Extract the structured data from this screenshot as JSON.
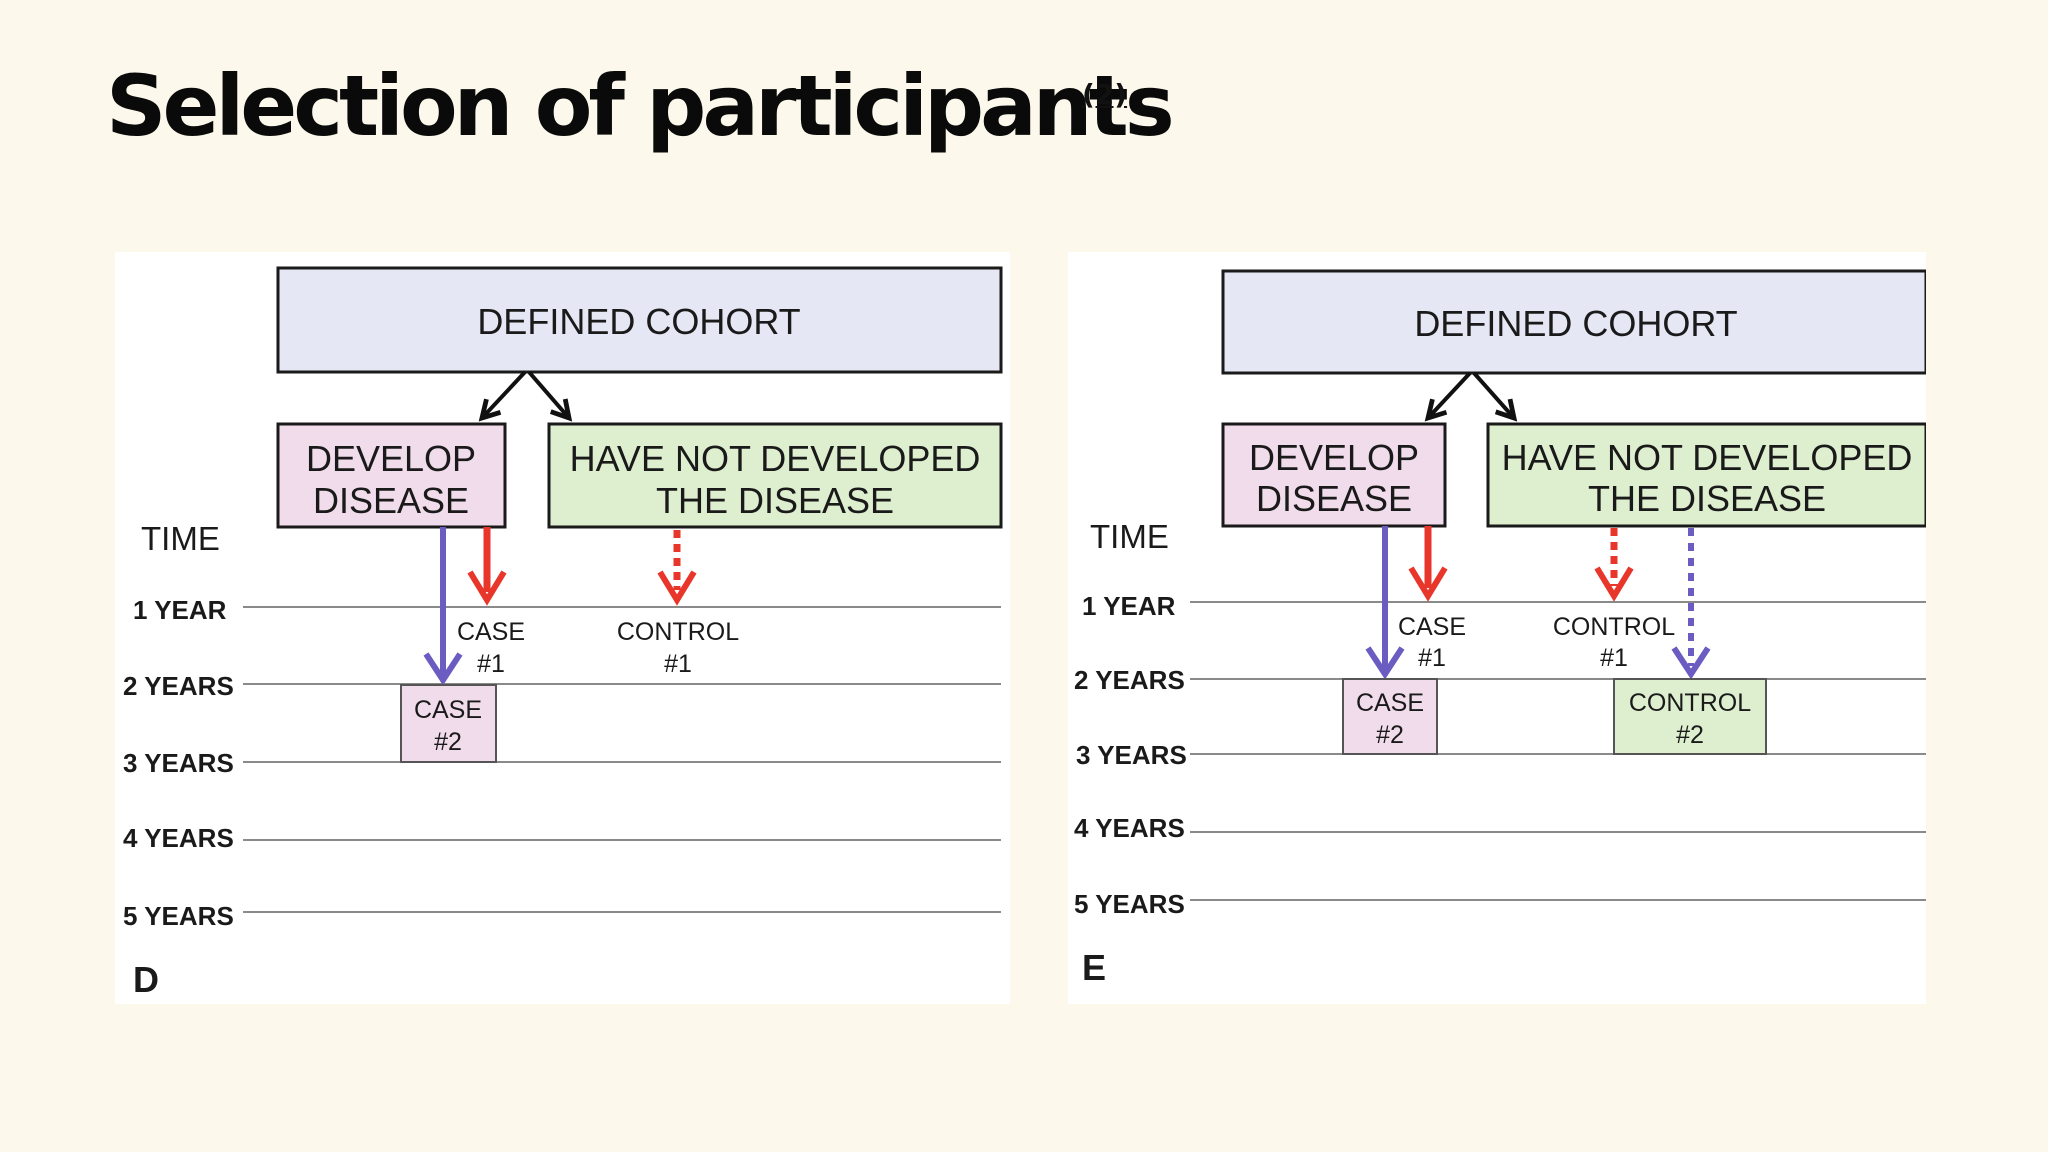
{
  "slide": {
    "title": "Selection of participants",
    "citation": "(2)"
  },
  "colors": {
    "background": "#fcf9ec",
    "cohort_fill": "#e6e7f4",
    "disease_fill": "#f1dcec",
    "no_disease_fill": "#deefd0",
    "case_arrow": "#e8362b",
    "second_arrow": "#6b5cc2"
  },
  "panels": [
    {
      "letter": "D",
      "cohort": "DEFINED COHORT",
      "develop": [
        "DEVELOP",
        "DISEASE"
      ],
      "not_developed": [
        "HAVE NOT DEVELOPED",
        "THE DISEASE"
      ],
      "time_label": "TIME",
      "years": [
        "1 YEAR",
        "2 YEARS",
        "3 YEARS",
        "4 YEARS",
        "5 YEARS"
      ],
      "case1": [
        "CASE",
        "#1"
      ],
      "control1": [
        "CONTROL",
        "#1"
      ],
      "case2": [
        "CASE",
        "#2"
      ]
    },
    {
      "letter": "E",
      "cohort": "DEFINED COHORT",
      "develop": [
        "DEVELOP",
        "DISEASE"
      ],
      "not_developed": [
        "HAVE NOT DEVELOPED",
        "THE DISEASE"
      ],
      "time_label": "TIME",
      "years": [
        "1 YEAR",
        "2 YEARS",
        "3 YEARS",
        "4 YEARS",
        "5 YEARS"
      ],
      "case1": [
        "CASE",
        "#1"
      ],
      "control1": [
        "CONTROL",
        "#1"
      ],
      "case2": [
        "CASE",
        "#2"
      ],
      "control2": [
        "CONTROL",
        "#2"
      ]
    }
  ]
}
